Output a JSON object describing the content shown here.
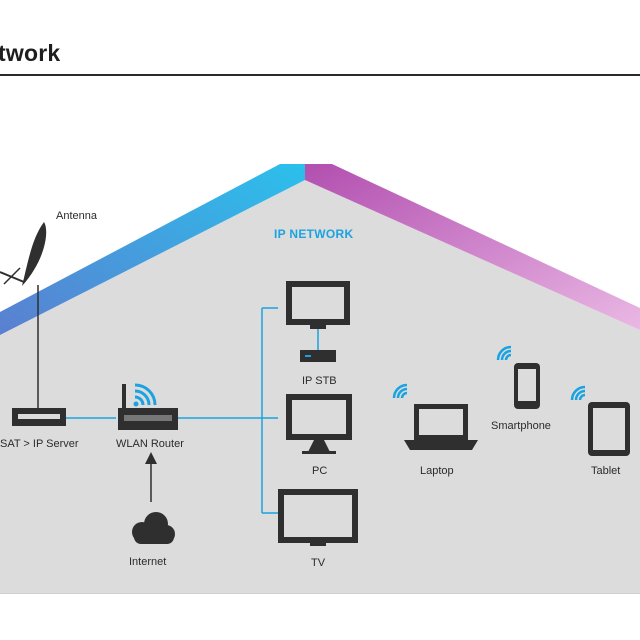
{
  "header": {
    "title": "twork"
  },
  "diagram": {
    "network_label": "IP NETWORK",
    "nodes": {
      "antenna": "Antenna",
      "sat_server": "SAT > IP Server",
      "wlan_router": "WLAN Router",
      "internet": "Internet",
      "ip_stb": "IP STB",
      "pc": "PC",
      "tv": "TV",
      "laptop": "Laptop",
      "smartphone": "Smartphone",
      "tablet": "Tablet"
    }
  },
  "colors": {
    "roof_blue": "#2bb7e6",
    "roof_magenta": "#c85ab8",
    "house_fill": "#dcdcdc",
    "connection_line": "#1aa3e0",
    "device_dark": "#2f2f2f"
  }
}
